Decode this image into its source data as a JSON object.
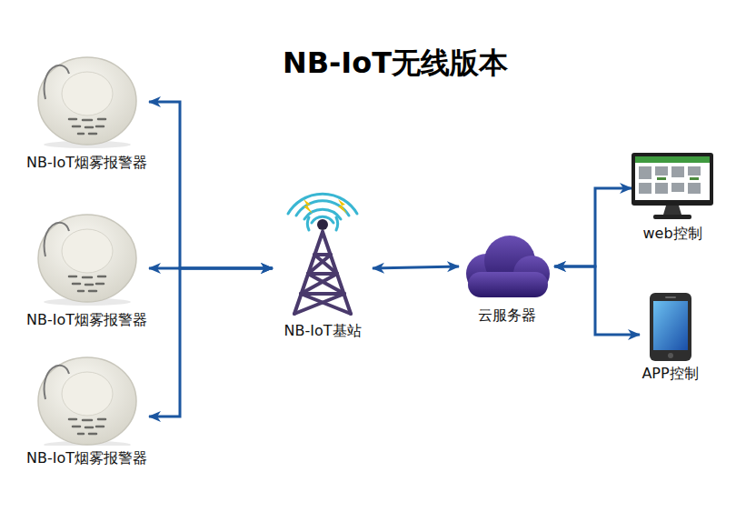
{
  "diagram": {
    "title": "NB-IoT无线版本",
    "nodes": [
      {
        "text": [
          "NB-IoT烟雾报警器"
        ]
      },
      {
        "text": [
          "NB-IoT烟雾报警器"
        ]
      },
      {
        "text": [
          "NB-IoT烟雾报警器"
        ]
      },
      {
        "text": [
          "NB-IoT基站"
        ]
      },
      {
        "text": [
          "云服务器"
        ]
      },
      {
        "text": [
          "web控制"
        ]
      },
      {
        "text": [
          "APP控制"
        ]
      }
    ],
    "edges": [
      {
        "from": 3,
        "to": 0,
        "arrow": "both"
      },
      {
        "from": 3,
        "to": 1,
        "arrow": "both"
      },
      {
        "from": 3,
        "to": 2,
        "arrow": "both"
      },
      {
        "from": 3,
        "to": 4,
        "arrow": "both"
      },
      {
        "from": 4,
        "to": 5,
        "arrow": "both"
      },
      {
        "from": 4,
        "to": 6,
        "arrow": "both"
      }
    ]
  }
}
